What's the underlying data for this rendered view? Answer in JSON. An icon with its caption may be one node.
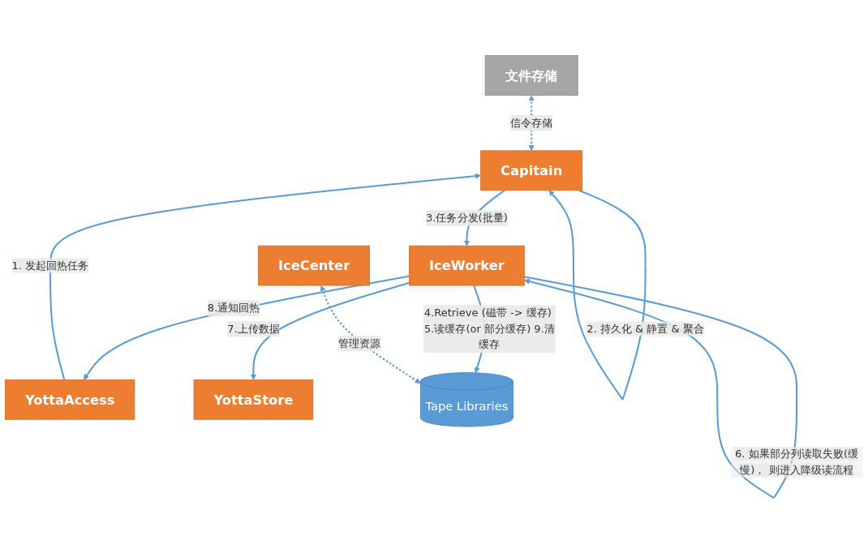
{
  "diagram": {
    "nodes": [
      {
        "text": [
          "文件存储"
        ]
      },
      {
        "text": [
          "Capitain"
        ]
      },
      {
        "text": [
          "YottaAccess"
        ]
      },
      {
        "text": [
          "YottaStore"
        ]
      },
      {
        "text": [
          "IceWorker"
        ]
      },
      {
        "text": [
          "IceCenter"
        ]
      },
      {
        "text": [
          "Tape Libraries"
        ]
      }
    ],
    "edges": [
      {
        "from": 0,
        "to": 1,
        "arrow": "both",
        "style": "dashed",
        "label": "信令存储"
      },
      {
        "from": 2,
        "to": 1,
        "arrow": "to",
        "label": "1. 发起回热任务"
      },
      {
        "from": 1,
        "to": 1,
        "arrow": "to",
        "label": "2. 持久化 & 静置 & 聚合"
      },
      {
        "from": 1,
        "to": 4,
        "arrow": "to",
        "label": "3.任务分发(批量)"
      },
      {
        "from": 4,
        "to": 6,
        "arrow": "to",
        "label": "4.Retrieve (磁带 -> 缓存) 5.读缓存(or 部分缓存) 9.清缓存"
      },
      {
        "from": 4,
        "to": 4,
        "arrow": "to",
        "label": "6. 如果部分列读取失败(缓慢)， 则进入降级读流程"
      },
      {
        "from": 4,
        "to": 3,
        "arrow": "to",
        "label": "7.上传数据"
      },
      {
        "from": 4,
        "to": 2,
        "arrow": "to",
        "label": "8.通知回热"
      },
      {
        "from": 5,
        "to": 6,
        "arrow": "both",
        "style": "dashed",
        "label": "管理资源"
      }
    ]
  }
}
